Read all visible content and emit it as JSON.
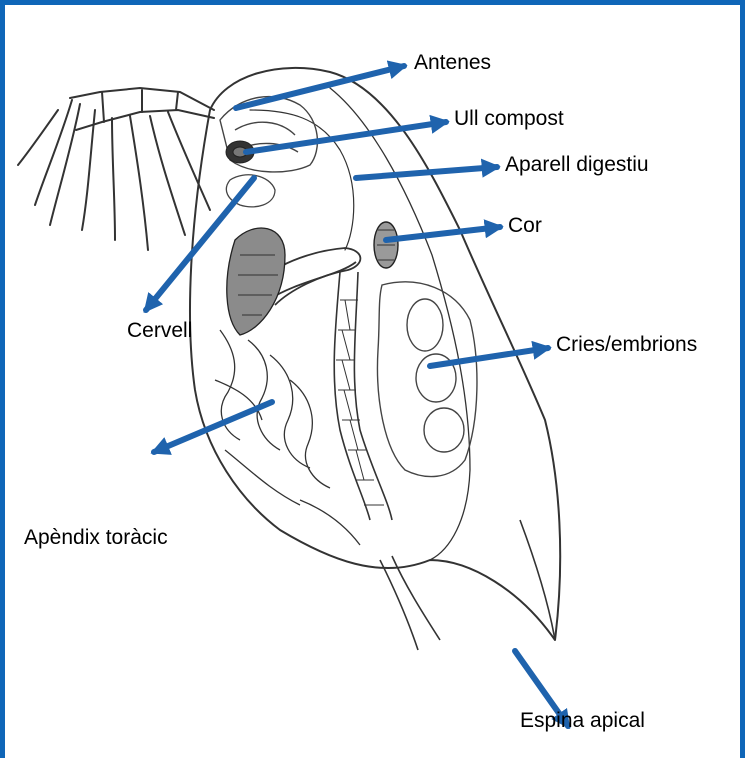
{
  "diagram": {
    "colors": {
      "frame": "#0f66b8",
      "arrow": "#1f63ad",
      "ink": "#222222"
    },
    "labels": {
      "antenes": "Antenes",
      "ull_compost": "Ull compost",
      "aparell_digestiu": "Aparell digestiu",
      "cor": "Cor",
      "cervell": "Cervell",
      "cries_embrions": "Cries/embrions",
      "apendix_toracic": "Apèndix toràcic",
      "espina_apical": "Espina apical"
    }
  }
}
